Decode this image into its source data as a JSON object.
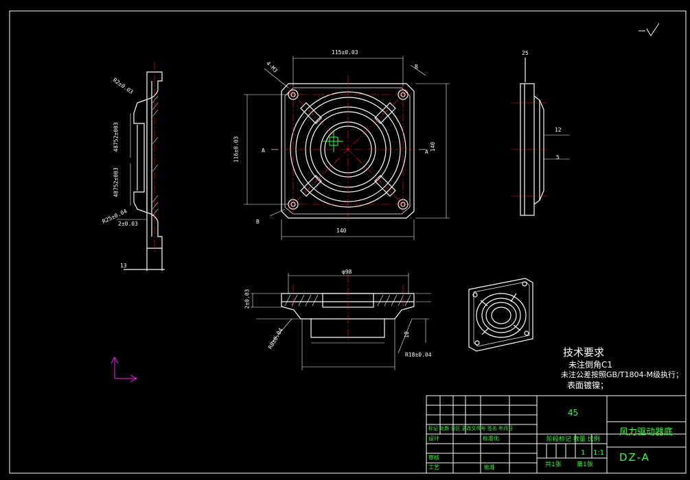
{
  "dims": {
    "d115": "115±0.03",
    "d140b": "140",
    "d140r": "140",
    "d116": "116±0.03",
    "d25": "25",
    "d12": "12",
    "d5": "5",
    "d13": "13",
    "dR2": "R2±0.03",
    "d875a": "48752±003",
    "d875b": "48752±003",
    "dR25": "R25±0.04",
    "d2": "2±0.03",
    "d2v": "2±0.03",
    "d10": "10",
    "dR8": "R8±0.04",
    "dR18": "R18±0.04",
    "dM3": "4-M3",
    "phi": "φ98"
  },
  "labels": {
    "A1": "A",
    "A2": "A",
    "B1": "B",
    "B2": "B"
  },
  "tech": {
    "title": "技术要求",
    "line1": "未注倒角C1",
    "line2": "未注公差按照GB/T1804-M级执行；",
    "line3": "表面镀镍；"
  },
  "title_block": {
    "material": "45",
    "part_name": "风力驱动器底",
    "drawing_no": "DZ-A",
    "scale": "1:1",
    "qty": "1",
    "row_headers": "标记 处数 分区 更改文件号 签名 年月日",
    "design": "设计",
    "standard": "标准化",
    "review": "审核",
    "process": "工艺",
    "approve": "批准",
    "stage": "阶段标记 数量 比例",
    "sheets_total": "共1张",
    "sheet_no": "第1张"
  },
  "colors": {
    "line": "#ffffff",
    "center": "#ff2020",
    "dim_green": "#33ff33",
    "ucs": "#d020d0",
    "cyan": "#00e0e0"
  }
}
